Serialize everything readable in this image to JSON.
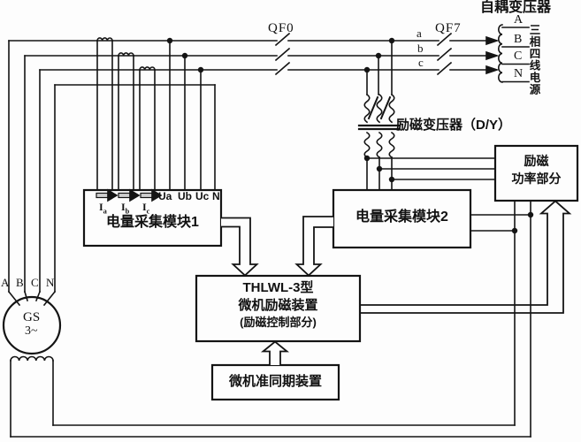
{
  "colors": {
    "line": "#141414",
    "background": "#fdfdfd",
    "arrow_shaft_fill": "#cfcfcf"
  },
  "top": {
    "qf0": "QF0",
    "qf7": "QF7",
    "phase_a": "a",
    "phase_b": "b",
    "phase_c": "c",
    "autotransformer_title": "自耦变压器",
    "terminals": [
      "A",
      "B",
      "C",
      "N"
    ],
    "source_vertical": "三相四线电源"
  },
  "excitation": {
    "transformer_label": "励磁变压器（D/Y）",
    "power_line1": "励磁",
    "power_line2": "功率部分"
  },
  "module1": {
    "title": "电量采集模块1",
    "current_prefix": "I",
    "current_subs": [
      "a",
      "b",
      "c"
    ],
    "voltage_labels": [
      "Ua",
      "Ub",
      "Uc",
      "N"
    ]
  },
  "module2": {
    "title": "电量采集模块2"
  },
  "controller": {
    "line1": "THLWL-3型",
    "line2": "微机励磁装置",
    "line3": "(励磁控制部分)"
  },
  "sync": {
    "title": "微机准同期装置"
  },
  "generator": {
    "name": "GS",
    "phase": "3~",
    "terminals": [
      "A",
      "B",
      "C",
      "N"
    ]
  }
}
